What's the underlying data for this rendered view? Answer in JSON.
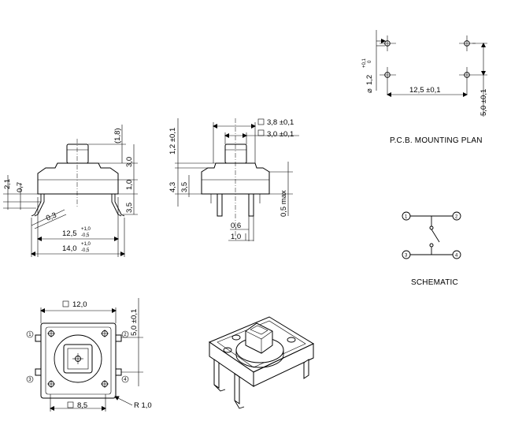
{
  "labels": {
    "pcb_title": "P.C.B. MOUNTING PLAN",
    "schematic_title": "SCHEMATIC"
  },
  "pcb": {
    "hole_dia": "1,2",
    "hole_tol_plus": "+0,1",
    "hole_tol_minus": "0",
    "pitch_x": "12,5 ±0,1",
    "pitch_y": "5,0 ±0,1"
  },
  "front": {
    "cap_h": "(1,8)",
    "h_3_0": "3,0",
    "h_1_0": "1,0",
    "h_3_5": "3,5",
    "h_2_1": "2,1",
    "h_0_7": "0,7",
    "angle_0_3": "0,3",
    "w_12_5": "12,5",
    "w_12_5_plus": "+1,0",
    "w_12_5_minus": "-0,5",
    "w_14_0": "14,0",
    "w_14_0_plus": "+1,0",
    "w_14_0_minus": "-0,5"
  },
  "side": {
    "sq_3_8": "3,8 ±0,1",
    "sq_3_0": "3,0 ±0,1",
    "h_1_2": "1,2 ±0,1",
    "h_4_3": "4,3",
    "h_3_5": "3,5",
    "h_0_5": "0,5 max",
    "w_0_6": "0,6",
    "w_1_0": "1,0"
  },
  "top": {
    "sq_12_0": "12,0",
    "h_5_0": "5,0 ±0,1",
    "sq_8_5": "8,5",
    "r_1_0": "R 1,0"
  },
  "schematic": {
    "pins": [
      "1",
      "2",
      "3",
      "4"
    ]
  },
  "pin_labels": [
    "1",
    "2",
    "3",
    "4"
  ]
}
